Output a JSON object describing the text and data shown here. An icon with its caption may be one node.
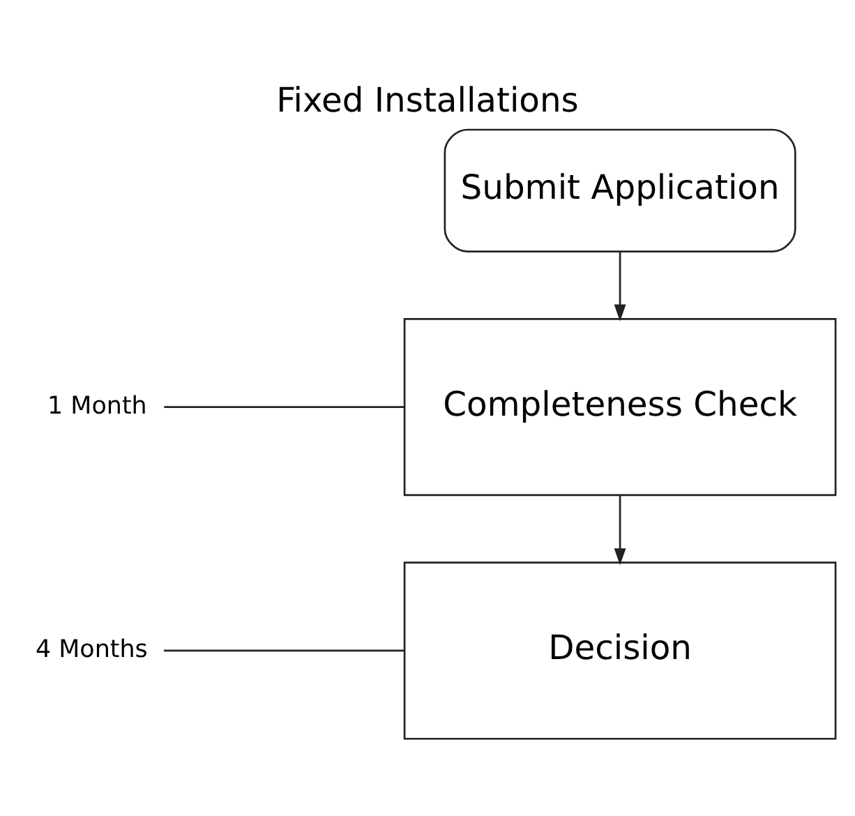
{
  "diagram": {
    "title": "Fixed Installations",
    "nodes": [
      {
        "text": [
          "Submit Application"
        ]
      },
      {
        "text": [
          "1 Month"
        ]
      },
      {
        "text": [
          "Completeness Check"
        ]
      },
      {
        "text": [
          "4 Months"
        ]
      },
      {
        "text": [
          "Decision"
        ]
      }
    ],
    "edges": [
      {
        "from": 0,
        "to": 2,
        "arrow": "to"
      },
      {
        "from": 1,
        "to": 2,
        "arrow": "none"
      },
      {
        "from": 2,
        "to": 4,
        "arrow": "to"
      },
      {
        "from": 3,
        "to": 4,
        "arrow": "none"
      }
    ]
  }
}
